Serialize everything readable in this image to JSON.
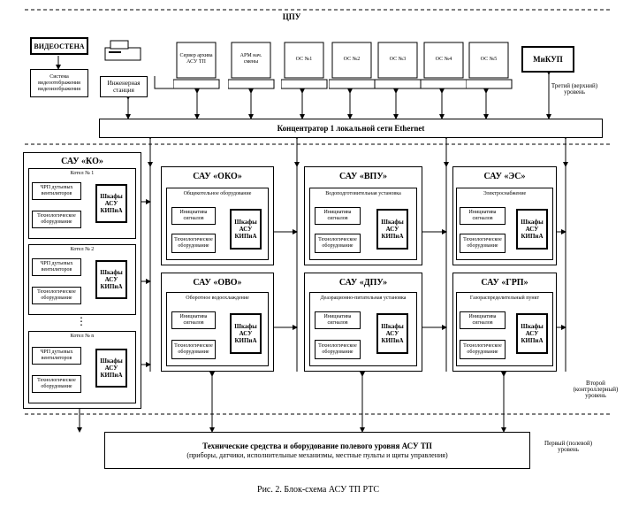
{
  "top": {
    "title": "ЦПУ",
    "videowall": "ВИДЕОСТЕНА",
    "video_system": "Система видеоотображения видеоизображения",
    "engineer_station": "Инженерная станция",
    "server": "Сервер архива АСУ ТП",
    "arm": "АРМ нач. смены",
    "os": [
      "ОС №1",
      "ОС №2",
      "ОС №3",
      "ОС №4",
      "ОС №5"
    ],
    "mikup": "МиКУП",
    "level3": "Третий (верхний) уровень"
  },
  "concentrator": "Концентратор 1 локальной сети Ethernet",
  "ko": {
    "title": "САУ «КО»",
    "boilers": [
      {
        "title": "Котел № 1",
        "chrp": "ЧРП дутьевых вентиляторов",
        "equip": "Технологическое оборудование",
        "cabinet": "Шкафы АСУ КИПиА"
      },
      {
        "title": "Котел № 2",
        "chrp": "ЧРП дутьевых вентиляторов",
        "equip": "Технологическое оборудование",
        "cabinet": "Шкафы АСУ КИПиА"
      },
      {
        "title": "Котел № n",
        "chrp": "ЧРП дутьевых вентиляторов",
        "equip": "Технологическое оборудование",
        "cabinet": "Шкафы АСУ КИПиА"
      }
    ],
    "dots": "⋮"
  },
  "groups": [
    {
      "title": "САУ «ОКО»",
      "sub": "Общекотельное оборудование",
      "sig": "Инициатива сигналов",
      "equip": "Технологическое оборудование",
      "cabinet": "Шкафы АСУ КИПиА"
    },
    {
      "title": "САУ «ВПУ»",
      "sub": "Водоподготовительная установка",
      "sig": "Инициатива сигналов",
      "equip": "Технологическое оборудование",
      "cabinet": "Шкафы АСУ КИПиА"
    },
    {
      "title": "САУ «ЭС»",
      "sub": "Электроснабжение",
      "sig": "Инициатива сигналов",
      "equip": "Технологическое оборудование",
      "cabinet": "Шкафы АСУ КИПиА"
    },
    {
      "title": "САУ «ОВО»",
      "sub": "Оборотное водоохлаждение",
      "sig": "Инициатива сигналов",
      "equip": "Технологическое оборудование",
      "cabinet": "Шкафы АСУ КИПиА"
    },
    {
      "title": "САУ «ДПУ»",
      "sub": "Деаэрационно-питательная установка",
      "sig": "Инициатива сигналов",
      "equip": "Технологическое оборудование",
      "cabinet": "Шкафы АСУ КИПиА"
    },
    {
      "title": "САУ «ГРП»",
      "sub": "Газораспределительный пункт",
      "sig": "Инициатива сигналов",
      "equip": "Технологическое оборудование",
      "cabinet": "Шкафы АСУ КИПиА"
    }
  ],
  "level2": "Второй (контроллерный) уровень",
  "field": {
    "title": "Технические средства и оборудование полевого уровня АСУ ТП",
    "subtitle": "(приборы, датчики, исполнительные механизмы, местные пульты и щиты управления)"
  },
  "level1": "Первый (полевой) уровень",
  "caption": "Рис. 2. Блок-схема АСУ ТП РТС"
}
